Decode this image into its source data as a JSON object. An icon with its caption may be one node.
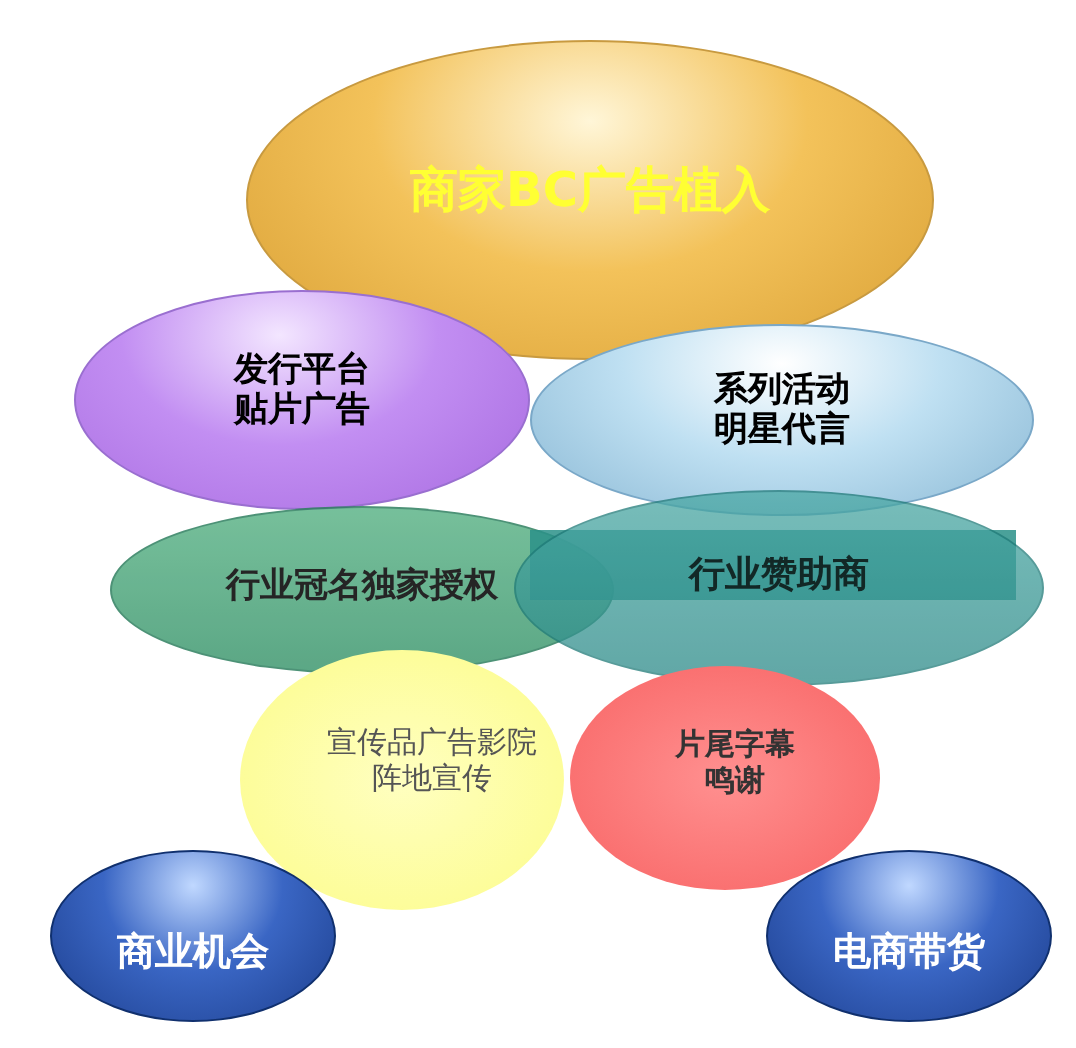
{
  "diagram": {
    "nodes": [
      {
        "text": [
          "商家BC广告植入"
        ]
      },
      {
        "text": [
          "发行平台贴片广告"
        ]
      },
      {
        "text": [
          "系列活动明星代言"
        ]
      },
      {
        "text": [
          "行业冠名独家授权"
        ]
      },
      {
        "text": [
          "行业赞助商"
        ]
      },
      {
        "text": [
          "宣传品广告影院阵地宣传"
        ]
      },
      {
        "text": [
          "片尾字幕鸣谢"
        ]
      },
      {
        "text": [
          "商业机会"
        ]
      },
      {
        "text": [
          "电商带货"
        ]
      }
    ]
  }
}
